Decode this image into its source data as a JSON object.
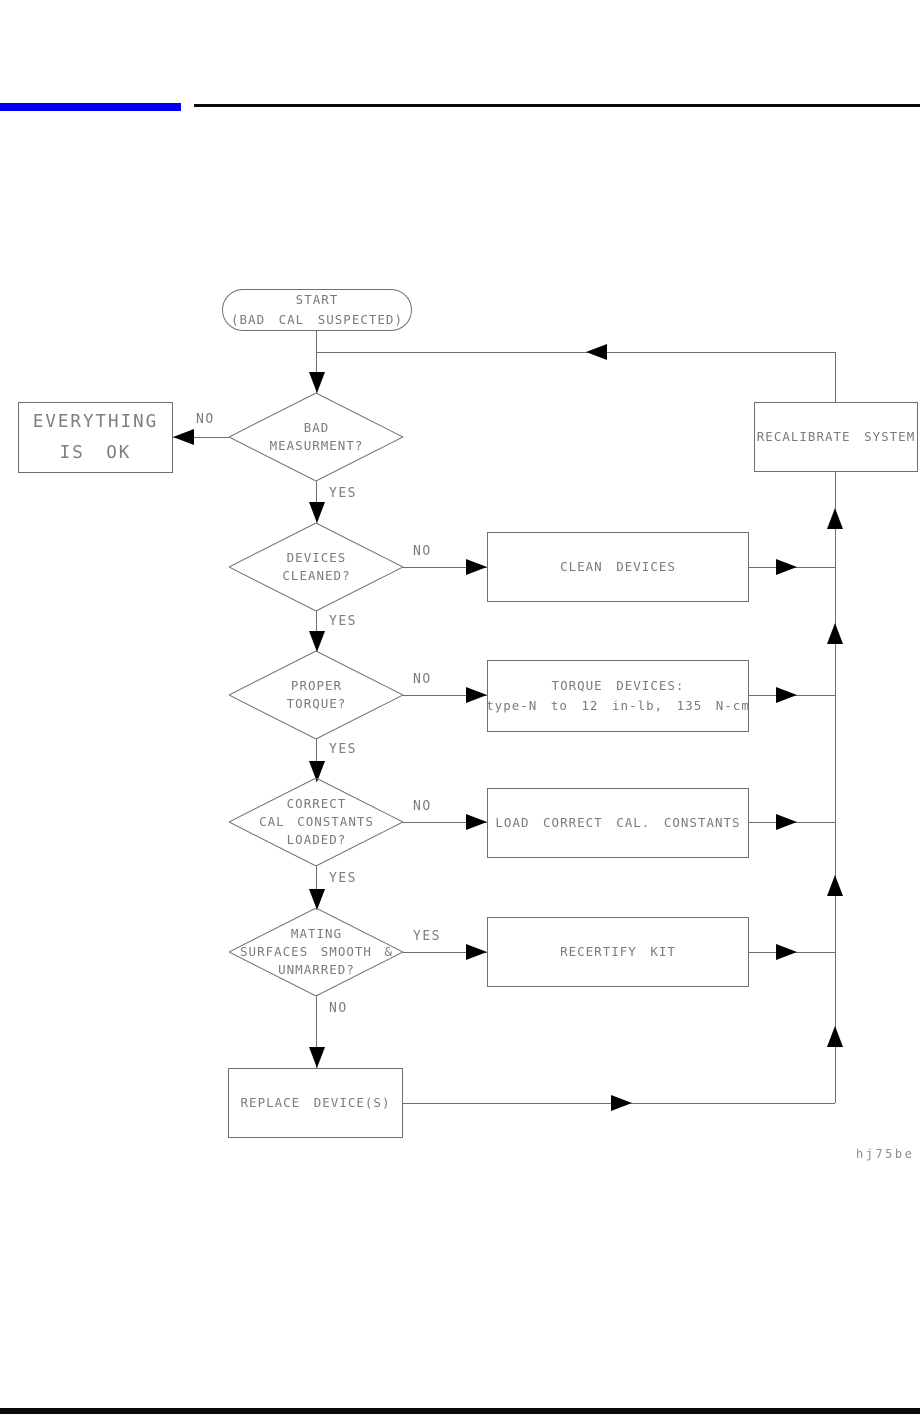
{
  "page": {
    "footer_code": "hj75be"
  },
  "colors": {
    "accent_blue": "#0000ee",
    "line_gray": "#6f6f6f",
    "text_gray": "#7b7b7b",
    "rule_black": "#0a0a0a",
    "arrow_black": "#000000"
  },
  "flowchart": {
    "start": {
      "line1": "START",
      "line2": "(BAD CAL SUSPECTED)"
    },
    "decision_bad_measurement": {
      "line1": "BAD",
      "line2": "MEASURMENT?",
      "branch_left": "NO",
      "branch_down": "YES"
    },
    "action_everything_ok": {
      "line1": "EVERYTHING",
      "line2": "IS OK"
    },
    "action_recalibrate": {
      "label": "RECALIBRATE SYSTEM"
    },
    "decision_devices_cleaned": {
      "line1": "DEVICES",
      "line2": "CLEANED?",
      "branch_right": "NO",
      "branch_down": "YES"
    },
    "action_clean_devices": {
      "label": "CLEAN DEVICES"
    },
    "decision_proper_torque": {
      "line1": "PROPER",
      "line2": "TORQUE?",
      "branch_right": "NO",
      "branch_down": "YES"
    },
    "action_torque_devices": {
      "line1": "TORQUE DEVICES:",
      "line2": "type-N to 12 in-lb, 135 N-cm"
    },
    "decision_cal_constants": {
      "line1": "CORRECT",
      "line2": "CAL CONSTANTS",
      "line3": "LOADED?",
      "branch_right": "NO",
      "branch_down": "YES"
    },
    "action_load_constants": {
      "label": "LOAD CORRECT CAL. CONSTANTS"
    },
    "decision_mating_surfaces": {
      "line1": "MATING",
      "line2": "SURFACES SMOOTH &",
      "line3": "UNMARRED?",
      "branch_right": "YES",
      "branch_down": "NO"
    },
    "action_recertify_kit": {
      "label": "RECERTIFY KIT"
    },
    "action_replace_devices": {
      "label": "REPLACE DEVICE(S)"
    }
  }
}
